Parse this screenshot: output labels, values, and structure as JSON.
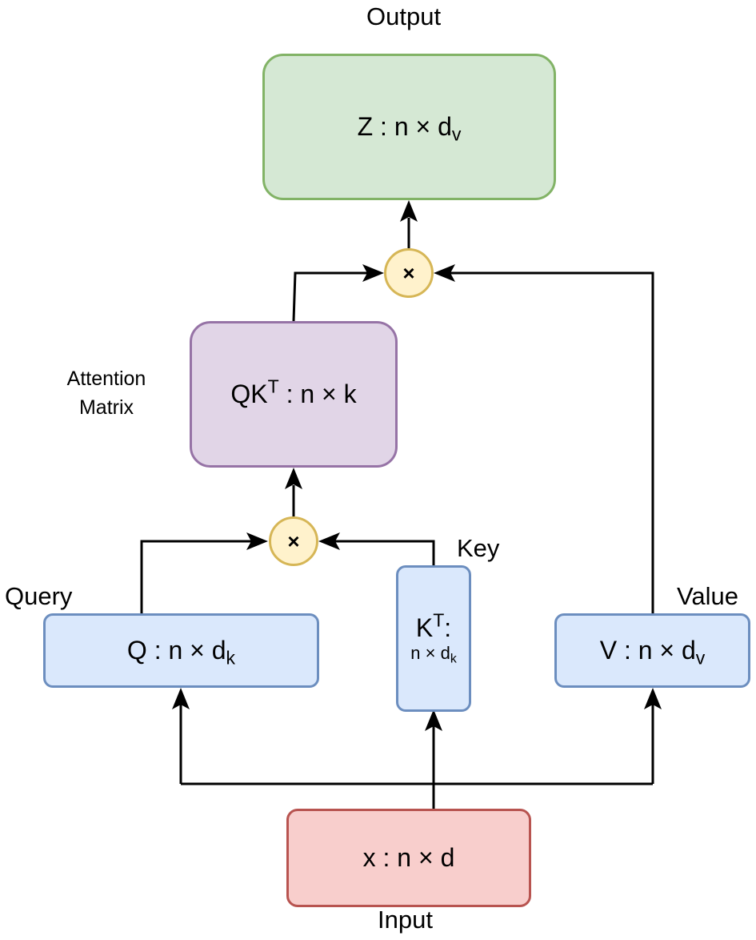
{
  "labels": {
    "output": "Output",
    "attention_matrix": "Attention\nMatrix",
    "key": "Key",
    "query": "Query",
    "value": "Value",
    "input": "Input"
  },
  "nodes": {
    "z": {
      "base": "Z : n × d",
      "sub": "v"
    },
    "qkt": {
      "base1": "QK",
      "sup": "T",
      "base2": " : n × k"
    },
    "q": {
      "base": "Q : n × d",
      "sub": "k"
    },
    "kt": {
      "base": "K",
      "sup": "T",
      "colon": ":",
      "dim_base": "n × d",
      "dim_sub": "k"
    },
    "v": {
      "base": "V : n × d",
      "sub": "v"
    },
    "x": {
      "text": "x : n × d"
    },
    "mult_top": "×",
    "mult_bottom": "×"
  },
  "colors": {
    "output_fill": "#d5e8d4",
    "output_border": "#82b366",
    "attention_fill": "#e1d5e7",
    "attention_border": "#9673a6",
    "qkv_fill": "#dae8fc",
    "qkv_border": "#6c8ebf",
    "input_fill": "#f8cecc",
    "input_border": "#b85450",
    "op_fill": "#fff2cc",
    "op_border": "#d6b656",
    "edge": "#000000"
  }
}
